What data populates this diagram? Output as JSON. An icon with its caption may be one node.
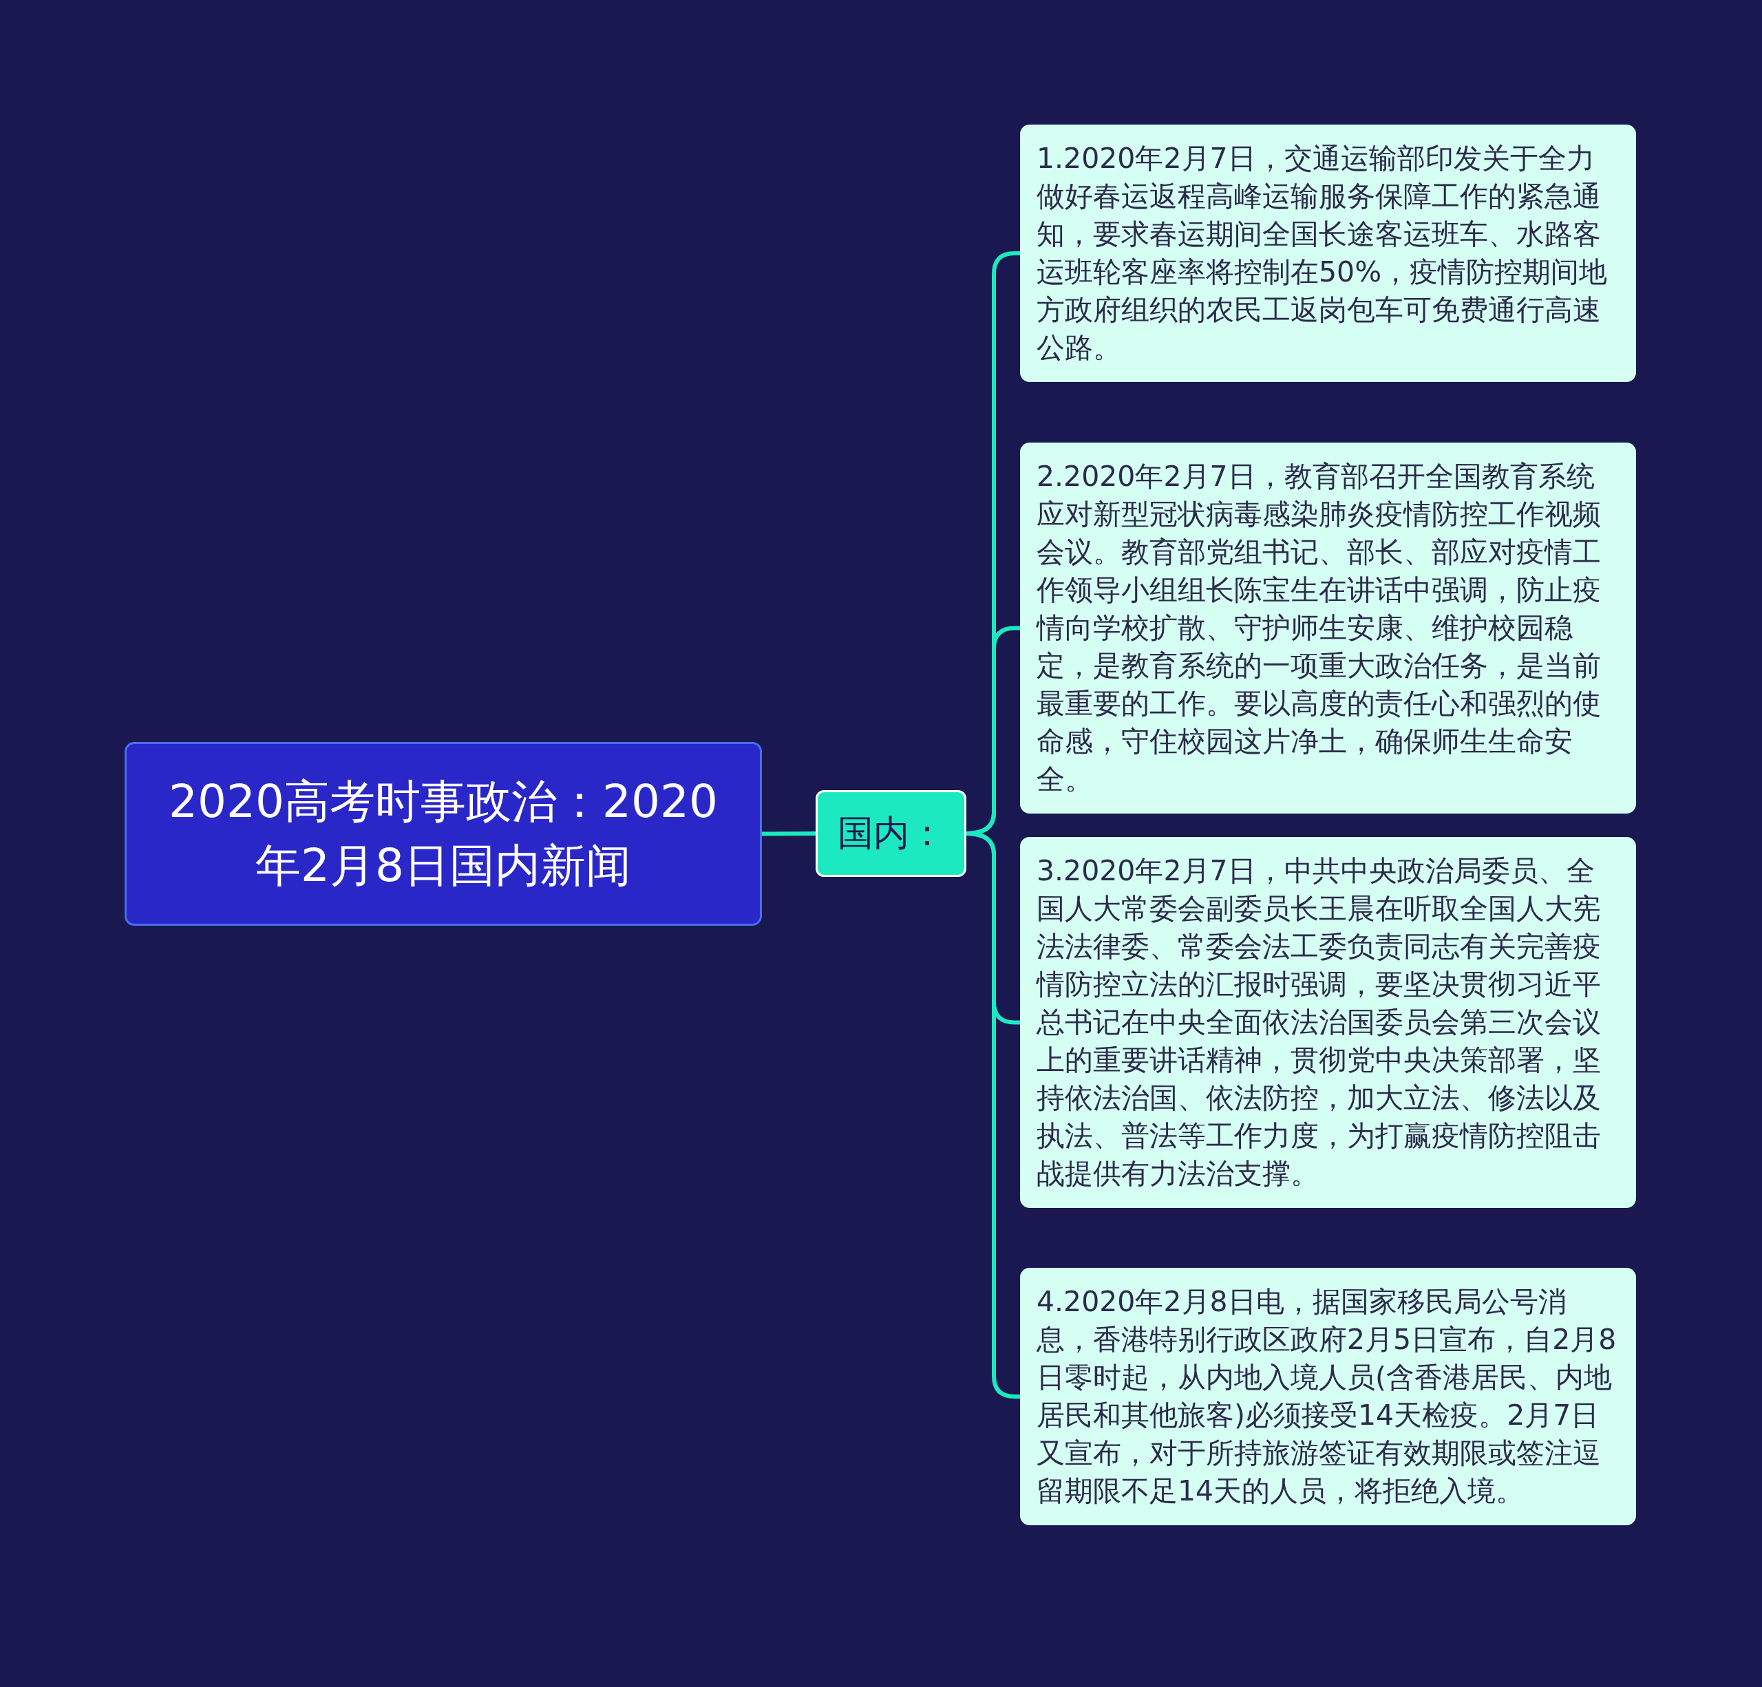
{
  "diagram": {
    "nodes": [
      {
        "text": [
          "2020高考时事政治：2020年2月8日国内新闻"
        ]
      },
      {
        "text": [
          "国内："
        ]
      },
      {
        "text": [
          "1.2020年2月7日，交通运输部印发关于全力做好春运返程高峰运输服务保障工作的紧急通知，要求春运期间全国长途客运班车、水路客运班轮客座率将控制在50%，疫情防控期间地方政府组织的农民工返岗包车可免费通行高速公路。"
        ]
      },
      {
        "text": [
          "2.2020年2月7日，教育部召开全国教育系统应对新型冠状病毒感染肺炎疫情防控工作视频会议。教育部党组书记、部长、部应对疫情工作领导小组组长陈宝生在讲话中强调，防止疫情向学校扩散、守护师生安康、维护校园稳定，是教育系统的一项重大政治任务，是当前最重要的工作。要以高度的责任心和强烈的使命感，守住校园这片净土，确保师生生命安全。"
        ]
      },
      {
        "text": [
          "3.2020年2月7日，中共中央政治局委员、全国人大常委会副委员长王晨在听取全国人大宪法法律委、常委会法工委负责同志有关完善疫情防控立法的汇报时强调，要坚决贯彻习近平总书记在中央全面依法治国委员会第三次会议上的重要讲话精神，贯彻党中央决策部署，坚持依法治国、依法防控，加大立法、修法以及执法、普法等工作力度，为打赢疫情防控阻击战提供有力法治支撑。"
        ]
      },
      {
        "text": [
          "4.2020年2月8日电，据国家移民局公号消息，香港特别行政区政府2月5日宣布，自2月8日零时起，从内地入境人员(含香港居民、内地居民和其他旅客)必须接受14天检疫。2月7日又宣布，对于所持旅游签证有效期限或签注逗留期限不足14天的人员，将拒绝入境。"
        ]
      }
    ],
    "edges": [
      {
        "from": 0,
        "to": 1,
        "arrow": "none"
      },
      {
        "from": 1,
        "to": 2,
        "arrow": "none"
      },
      {
        "from": 1,
        "to": 3,
        "arrow": "none"
      },
      {
        "from": 1,
        "to": 4,
        "arrow": "none"
      },
      {
        "from": 1,
        "to": 5,
        "arrow": "none"
      }
    ]
  }
}
